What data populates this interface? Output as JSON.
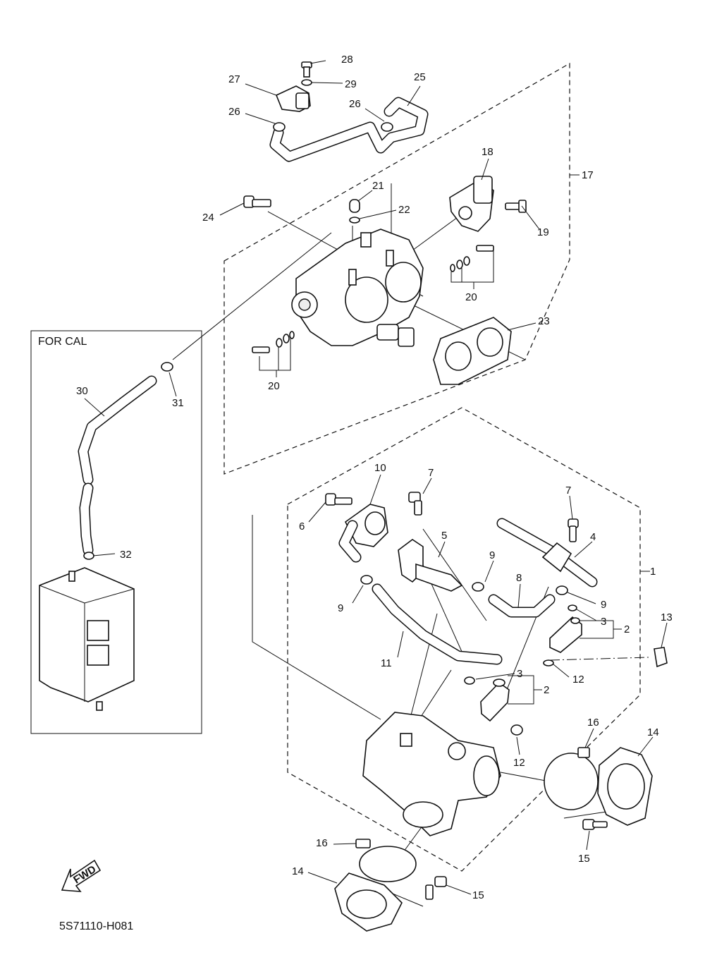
{
  "diagram": {
    "code": "5S71110-H081",
    "box_title": "FOR CAL",
    "fwd_label": "FWD",
    "callouts": {
      "c1": "1",
      "c2a": "2",
      "c2b": "2",
      "c3a": "3",
      "c3b": "3",
      "c4": "4",
      "c5": "5",
      "c6": "6",
      "c7a": "7",
      "c7b": "7",
      "c8": "8",
      "c9a": "9",
      "c9b": "9",
      "c9c": "9",
      "c10": "10",
      "c11": "11",
      "c12a": "12",
      "c12b": "12",
      "c13": "13",
      "c14a": "14",
      "c14b": "14",
      "c15a": "15",
      "c15b": "15",
      "c16a": "16",
      "c16b": "16",
      "c17": "17",
      "c18": "18",
      "c19": "19",
      "c20a": "20",
      "c20b": "20",
      "c21": "21",
      "c22": "22",
      "c23": "23",
      "c24": "24",
      "c25": "25",
      "c26a": "26",
      "c26b": "26",
      "c27": "27",
      "c28": "28",
      "c29": "29",
      "c30": "30",
      "c31": "31",
      "c32": "32"
    }
  }
}
